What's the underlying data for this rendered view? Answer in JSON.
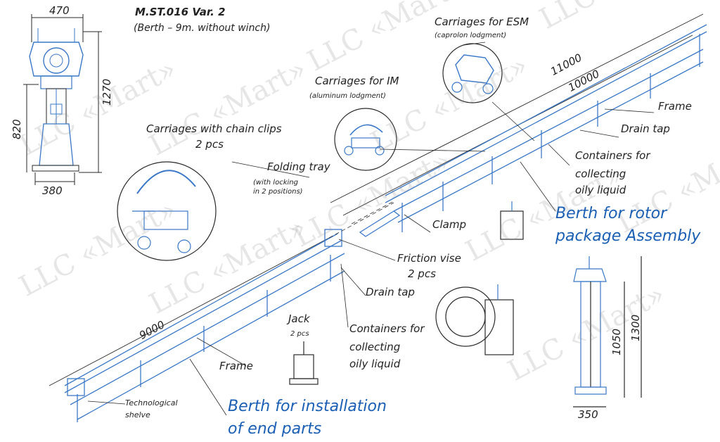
{
  "title": {
    "code": "M.ST.016 Var. 2",
    "subtitle": "(Berth – 9m. without winch)"
  },
  "dimensions": {
    "top_width": "470",
    "top_height": "1270",
    "top_inner_height": "820",
    "top_base": "380",
    "long_outer": "11000",
    "long_inner": "10000",
    "short_length": "9000",
    "right_height": "1300",
    "right_inner_height": "1050",
    "right_base": "350"
  },
  "labels": {
    "carriages_esm": "Carriages for ESM",
    "carriages_esm_note": "(caprolon lodgment)",
    "carriages_im": "Carriages for IM",
    "carriages_im_note": "(aluminum lodgment)",
    "carriages_chain": "Carriages with chain clips",
    "carriages_chain_count": "2 pcs",
    "folding_tray": "Folding tray",
    "folding_tray_note1": "(with locking",
    "folding_tray_note2": "in 2 positions)",
    "frame_top": "Frame",
    "drain_tap_top": "Drain tap",
    "containers_top_1": "Containers for",
    "containers_top_2": "collecting",
    "containers_top_3": "oily liquid",
    "clamp": "Clamp",
    "friction_vise": "Friction vise",
    "friction_vise_count": "2 pcs",
    "drain_tap_mid": "Drain tap",
    "jack": "Jack",
    "jack_count": "2 pcs",
    "containers_mid_1": "Containers for",
    "containers_mid_2": "collecting",
    "containers_mid_3": "oily liquid",
    "frame_bottom": "Frame",
    "tech_shelve_1": "Technological",
    "tech_shelve_2": "shelve"
  },
  "headings": {
    "rotor_1": "Berth for rotor",
    "rotor_2": "package Assembly",
    "end_parts_1": "Berth for installation",
    "end_parts_2": "of end parts"
  },
  "watermark": "LLC «Mart»",
  "colors": {
    "accent_blue": "#1a5fb4",
    "line_dark": "#2a2a2a",
    "structure_blue": "#3b78c8"
  }
}
